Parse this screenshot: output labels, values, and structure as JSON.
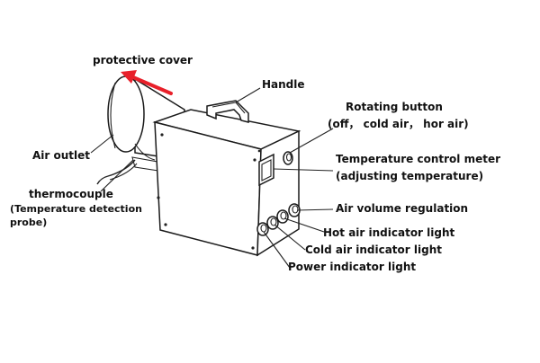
{
  "labels": {
    "protective_cover": "protective cover",
    "handle": "Handle",
    "rotating_button": "Rotating button",
    "rotating_button_sub": "(off， cold air， hor air)",
    "air_outlet": "Air outlet",
    "temperature_meter": "Temperature control meter",
    "temperature_meter_sub": "(adjusting temperature)",
    "thermocouple": "thermocouple",
    "thermocouple_sub1": "(Temperature detection",
    "thermocouple_sub2": "probe)",
    "air_volume": "Air volume regulation",
    "hot_air_light": "Hot air indicator light",
    "cold_air_light": "Cold air indicator light",
    "power_light": "Power indicator light"
  },
  "colors": {
    "arrow": "#e8202a",
    "line": "#222222",
    "text": "#111111"
  }
}
